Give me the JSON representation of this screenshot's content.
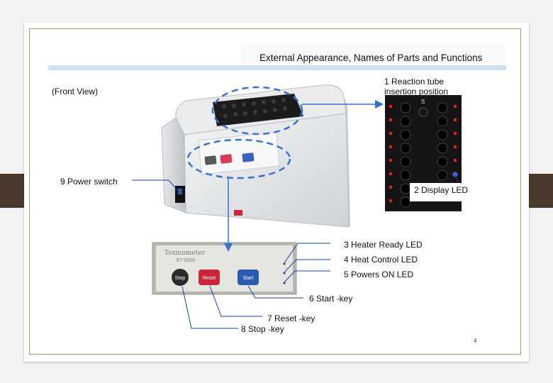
{
  "slide": {
    "title": "External Appearance, Names of Parts and Functions",
    "view_label": "(Front View)",
    "page_number": "4"
  },
  "device": {
    "model_name": "Toxinometer",
    "model_code": "ET-6000",
    "keys": {
      "stop": "Stop",
      "reset": "Reset",
      "start": "Start"
    },
    "tube_rack_header": "S"
  },
  "parts": [
    {
      "number": "1",
      "line1": "Reaction tube",
      "line2": "insertion position"
    },
    {
      "number": "2",
      "line1": "Display LED"
    },
    {
      "number": "3",
      "line1": "Heater Ready LED"
    },
    {
      "number": "4",
      "line1": "Heat Control LED"
    },
    {
      "number": "5",
      "line1": "Powers ON LED"
    },
    {
      "number": "6",
      "line1": "Start -key"
    },
    {
      "number": "7",
      "line1": "Reset -key"
    },
    {
      "number": "8",
      "line1": "Stop -key"
    },
    {
      "number": "9",
      "line1": "Power switch"
    }
  ],
  "part_labels": {
    "p1a": "1 Reaction tube",
    "p1b": "insertion position",
    "p2": "2 Display LED",
    "p3": "3 Heater Ready LED",
    "p4": "4 Heat Control LED",
    "p5": "5 Powers ON LED",
    "p6": "6 Start -key",
    "p7": "7 Reset -key",
    "p8": "8 Stop -key",
    "p9": "9 Power switch"
  },
  "colors": {
    "callout_blue": "#3a6fd8",
    "leader_line": "#1a3fa8",
    "stop_key": "#2b2b2b",
    "reset_key": "#c8283a",
    "start_key": "#2a5bb0",
    "led_red": "#e2231a",
    "frame_green": "#8aa36a"
  }
}
